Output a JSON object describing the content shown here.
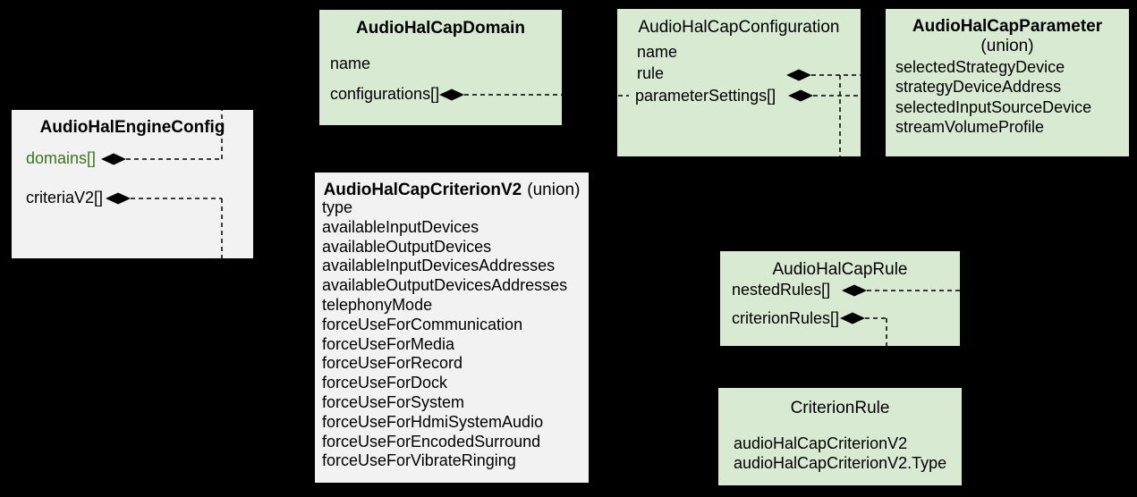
{
  "colors": {
    "background": "#000000",
    "box_green": "#d9ead3",
    "box_gray": "#f2f2f2",
    "text": "#000000",
    "accent_green": "#38761d",
    "connector": "#000000"
  },
  "boxes": {
    "engine_config": {
      "title": "AudioHalEngineConfig",
      "fields": [
        "domains[]",
        "criteriaV2[]"
      ]
    },
    "cap_domain": {
      "title": "AudioHalCapDomain",
      "fields": [
        "name",
        "configurations[]"
      ]
    },
    "cap_configuration": {
      "title": "AudioHalCapConfiguration",
      "fields": [
        "name",
        "rule",
        "parameterSettings[]"
      ]
    },
    "cap_parameter": {
      "title": "AudioHalCapParameter",
      "subtitle": "(union)",
      "fields": [
        "selectedStrategyDevice",
        "strategyDeviceAddress",
        "selectedInputSourceDevice",
        "streamVolumeProfile"
      ]
    },
    "cap_criterion_v2": {
      "title": "AudioHalCapCriterionV2",
      "subtitle": "(union)",
      "fields": [
        "type",
        "availableInputDevices",
        "availableOutputDevices",
        "availableInputDevicesAddresses",
        "availableOutputDevicesAddresses",
        "telephonyMode",
        "forceUseForCommunication",
        "forceUseForMedia",
        "forceUseForRecord",
        "forceUseForDock",
        "forceUseForSystem",
        "forceUseForHdmiSystemAudio",
        "forceUseForEncodedSurround",
        "forceUseForVibrateRinging"
      ]
    },
    "cap_rule": {
      "title": "AudioHalCapRule",
      "fields": [
        "nestedRules[]",
        "criterionRules[]"
      ]
    },
    "criterion_rule": {
      "title": "CriterionRule",
      "fields": [
        "audioHalCapCriterionV2",
        "audioHalCapCriterionV2.Type"
      ]
    }
  }
}
